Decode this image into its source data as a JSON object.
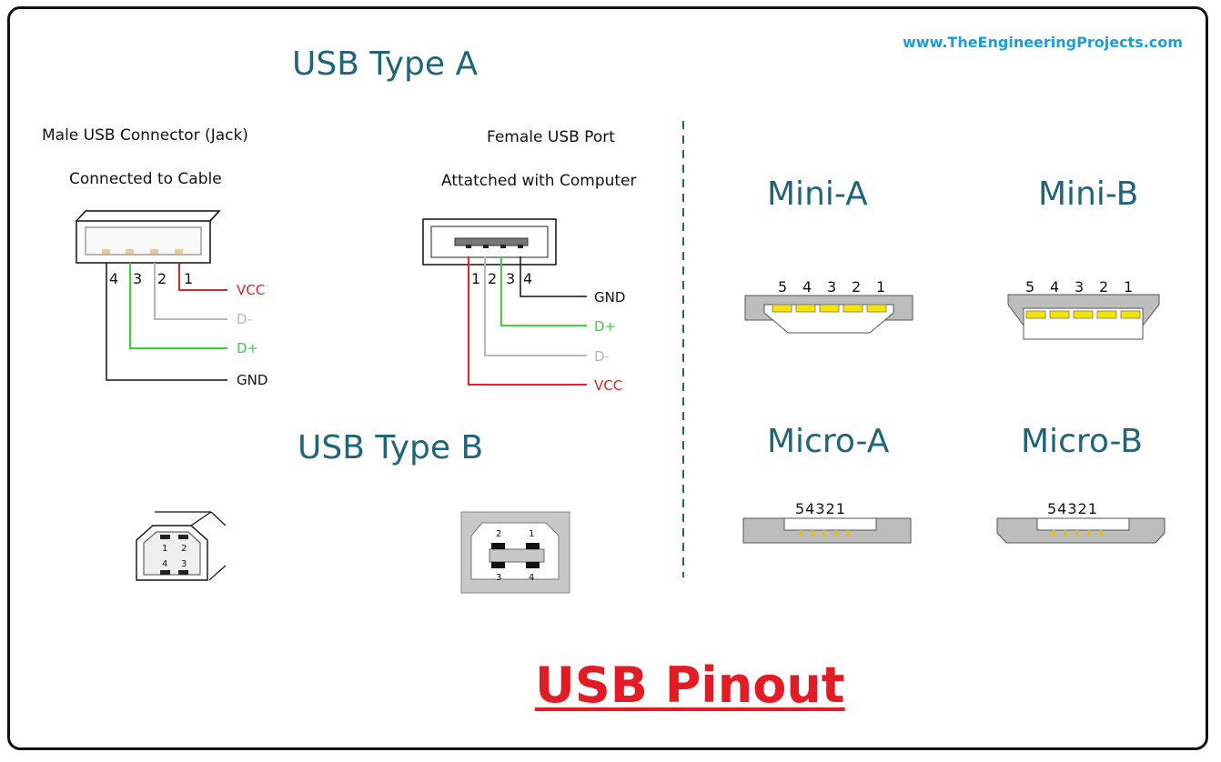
{
  "website": "www.TheEngineeringProjects.com",
  "main_title": "USB Pinout",
  "type_a": {
    "title": "USB Type A",
    "male": {
      "line1": "Male USB Connector (Jack)",
      "line2": "Connected to Cable",
      "pins": [
        "4",
        "3",
        "2",
        "1"
      ],
      "signals": [
        "VCC",
        "D-",
        "D+",
        "GND"
      ]
    },
    "female": {
      "line1": "Female USB Port",
      "line2": "Attatched with Computer",
      "pins": [
        "1",
        "2",
        "3",
        "4"
      ],
      "signals": [
        "GND",
        "D+",
        "D-",
        "VCC"
      ]
    }
  },
  "type_b": {
    "title": "USB Type B",
    "male_pins": [
      "1",
      "2",
      "4",
      "3"
    ],
    "female_pins": [
      "2",
      "1",
      "3",
      "4"
    ]
  },
  "mini": {
    "a": {
      "title": "Mini-A",
      "pins": [
        "5",
        "4",
        "3",
        "2",
        "1"
      ]
    },
    "b": {
      "title": "Mini-B",
      "pins": [
        "5",
        "4",
        "3",
        "2",
        "1"
      ]
    }
  },
  "micro": {
    "a": {
      "title": "Micro-A",
      "pins": "54321"
    },
    "b": {
      "title": "Micro-B",
      "pins": "54321"
    }
  },
  "colors": {
    "vcc": "#d9232e",
    "data_minus": "#b8b8b8",
    "data_plus": "#3fd13f",
    "gnd": "#111111",
    "title": "#1f6478",
    "pin_yellow": "#f5e400"
  }
}
